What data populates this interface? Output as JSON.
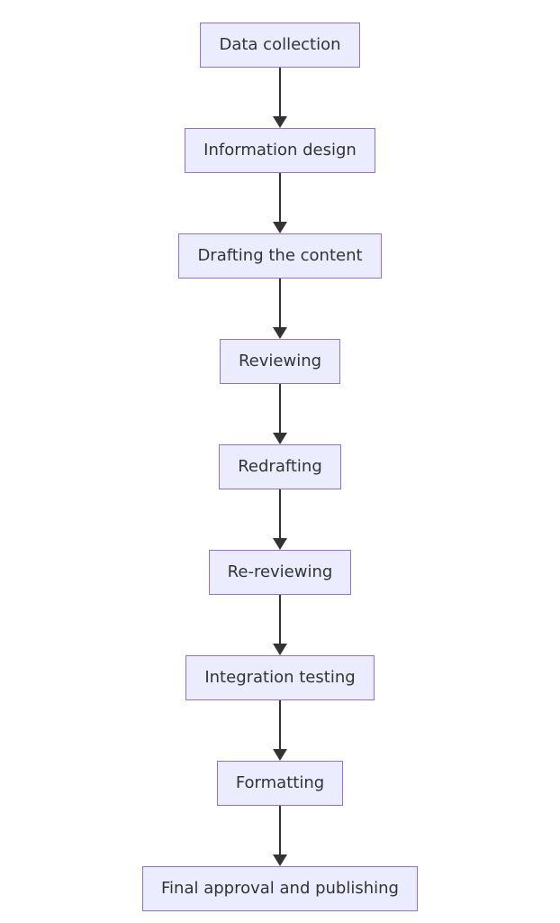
{
  "flowchart": {
    "diagram_type": "flowchart-vertical",
    "colors": {
      "background": "#ffffff",
      "node_fill": "#ECECFF",
      "node_border": "#9370DB",
      "text_color": "#333333",
      "arrow_color": "#333333"
    },
    "nodes": [
      {
        "label": "Data collection"
      },
      {
        "label": "Information design"
      },
      {
        "label": "Drafting the content"
      },
      {
        "label": "Reviewing"
      },
      {
        "label": "Redrafting"
      },
      {
        "label": "Re-reviewing"
      },
      {
        "label": "Integration testing"
      },
      {
        "label": "Formatting"
      },
      {
        "label": "Final approval and publishing"
      }
    ],
    "edges": [
      {
        "from": "Data collection",
        "to": "Information design",
        "style": "arrow"
      },
      {
        "from": "Information design",
        "to": "Drafting the content",
        "style": "arrow"
      },
      {
        "from": "Drafting the content",
        "to": "Reviewing",
        "style": "arrow"
      },
      {
        "from": "Reviewing",
        "to": "Redrafting",
        "style": "arrow"
      },
      {
        "from": "Redrafting",
        "to": "Re-reviewing",
        "style": "arrow"
      },
      {
        "from": "Re-reviewing",
        "to": "Integration testing",
        "style": "arrow"
      },
      {
        "from": "Integration testing",
        "to": "Formatting",
        "style": "arrow"
      },
      {
        "from": "Formatting",
        "to": "Final approval and publishing",
        "style": "arrow"
      }
    ]
  }
}
